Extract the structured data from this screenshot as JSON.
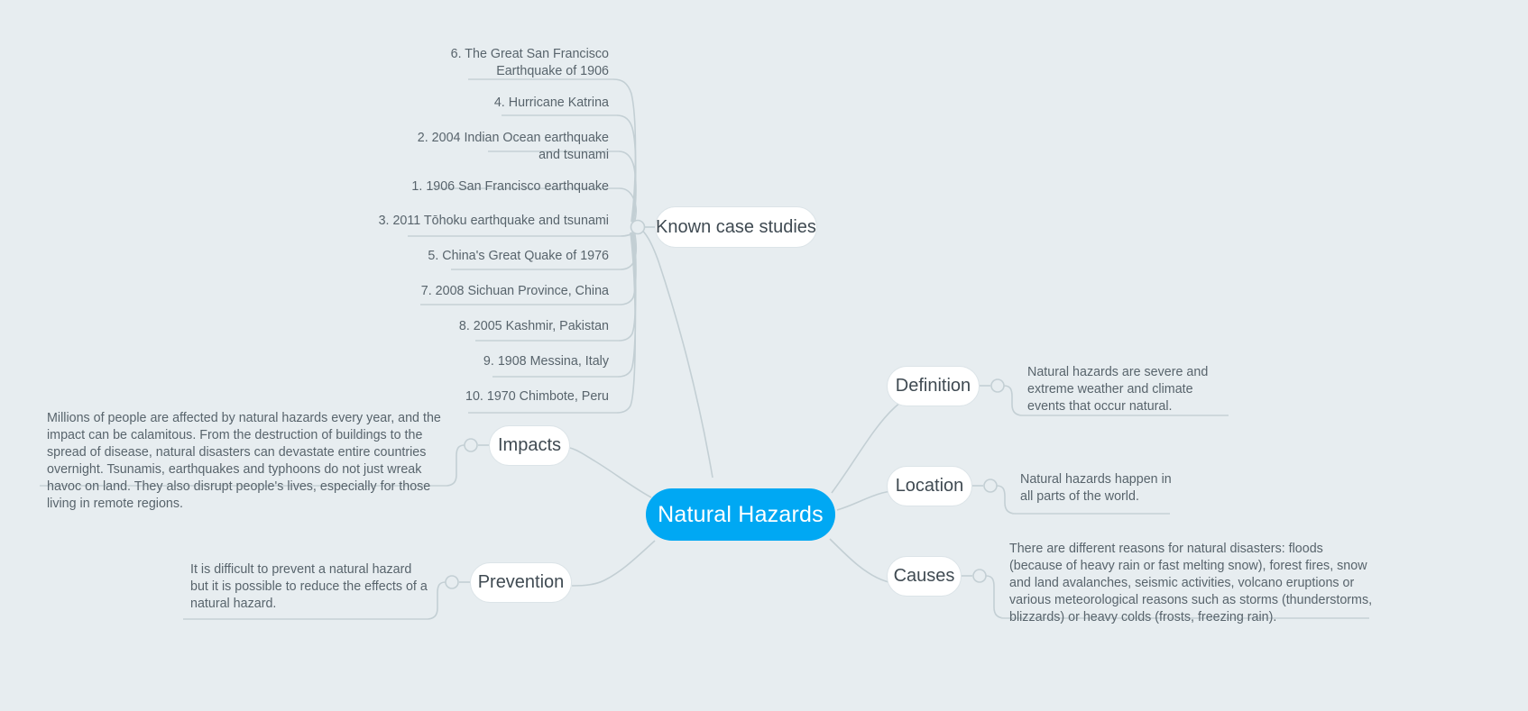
{
  "theme": {
    "background": "#e7edf0",
    "root_fill": "#00a8f3",
    "root_text": "#ffffff",
    "node_fill": "#ffffff",
    "node_border": "#dce4e8",
    "link_color": "#c3cfd4",
    "text_color": "#58646c",
    "node_text_color": "#3f4a52"
  },
  "mindmap": {
    "root": {
      "label": "Natural Hazards"
    },
    "branches": [
      {
        "id": "known-case-studies",
        "label": "Known case studies",
        "side": "left-upper",
        "children": [
          {
            "index": 1,
            "label": "6. The Great San Francisco Earthquake of 1906"
          },
          {
            "index": 2,
            "label": "4. Hurricane Katrina"
          },
          {
            "index": 3,
            "label": "2. 2004 Indian Ocean earthquake and tsunami"
          },
          {
            "index": 4,
            "label": "1. 1906 San Francisco earthquake"
          },
          {
            "index": 5,
            "label": "3. 2011 Tōhoku earthquake and tsunami"
          },
          {
            "index": 6,
            "label": "5. China's Great Quake of 1976"
          },
          {
            "index": 7,
            "label": "7. 2008 Sichuan Province, China"
          },
          {
            "index": 8,
            "label": "8. 2005 Kashmir, Pakistan"
          },
          {
            "index": 9,
            "label": "9. 1908 Messina, Italy"
          },
          {
            "index": 10,
            "label": "10. 1970 Chimbote, Peru"
          }
        ]
      },
      {
        "id": "impacts",
        "label": "Impacts",
        "side": "left",
        "children": [
          {
            "index": 1,
            "label": "Millions of people are affected by natural hazards every year, and the impact can be calamitous. From the destruction of buildings to the spread of disease, natural disasters can devastate entire countries overnight. Tsunamis, earthquakes and typhoons do not just wreak havoc on land. They also disrupt people's lives, especially for those living in remote regions."
          }
        ]
      },
      {
        "id": "prevention",
        "label": "Prevention",
        "side": "left-lower",
        "children": [
          {
            "index": 1,
            "label": "It is difficult to prevent a natural hazard but it is possible to reduce the effects of a natural hazard."
          }
        ]
      },
      {
        "id": "definition",
        "label": "Definition",
        "side": "right-upper",
        "children": [
          {
            "index": 1,
            "label": "Natural hazards are severe and extreme weather and climate events that occur natural."
          }
        ]
      },
      {
        "id": "location",
        "label": "Location",
        "side": "right",
        "children": [
          {
            "index": 1,
            "label": "Natural hazards happen in all parts of the world."
          }
        ]
      },
      {
        "id": "causes",
        "label": "Causes",
        "side": "right-lower",
        "children": [
          {
            "index": 1,
            "label": "There are different reasons for natural disasters: floods (because of heavy rain or fast melting snow), forest fires, snow and land avalanches, seismic activities, volcano eruptions or various meteorological reasons such as storms (thunderstorms, blizzards) or heavy colds (frosts, freezing rain)."
          }
        ]
      }
    ]
  }
}
